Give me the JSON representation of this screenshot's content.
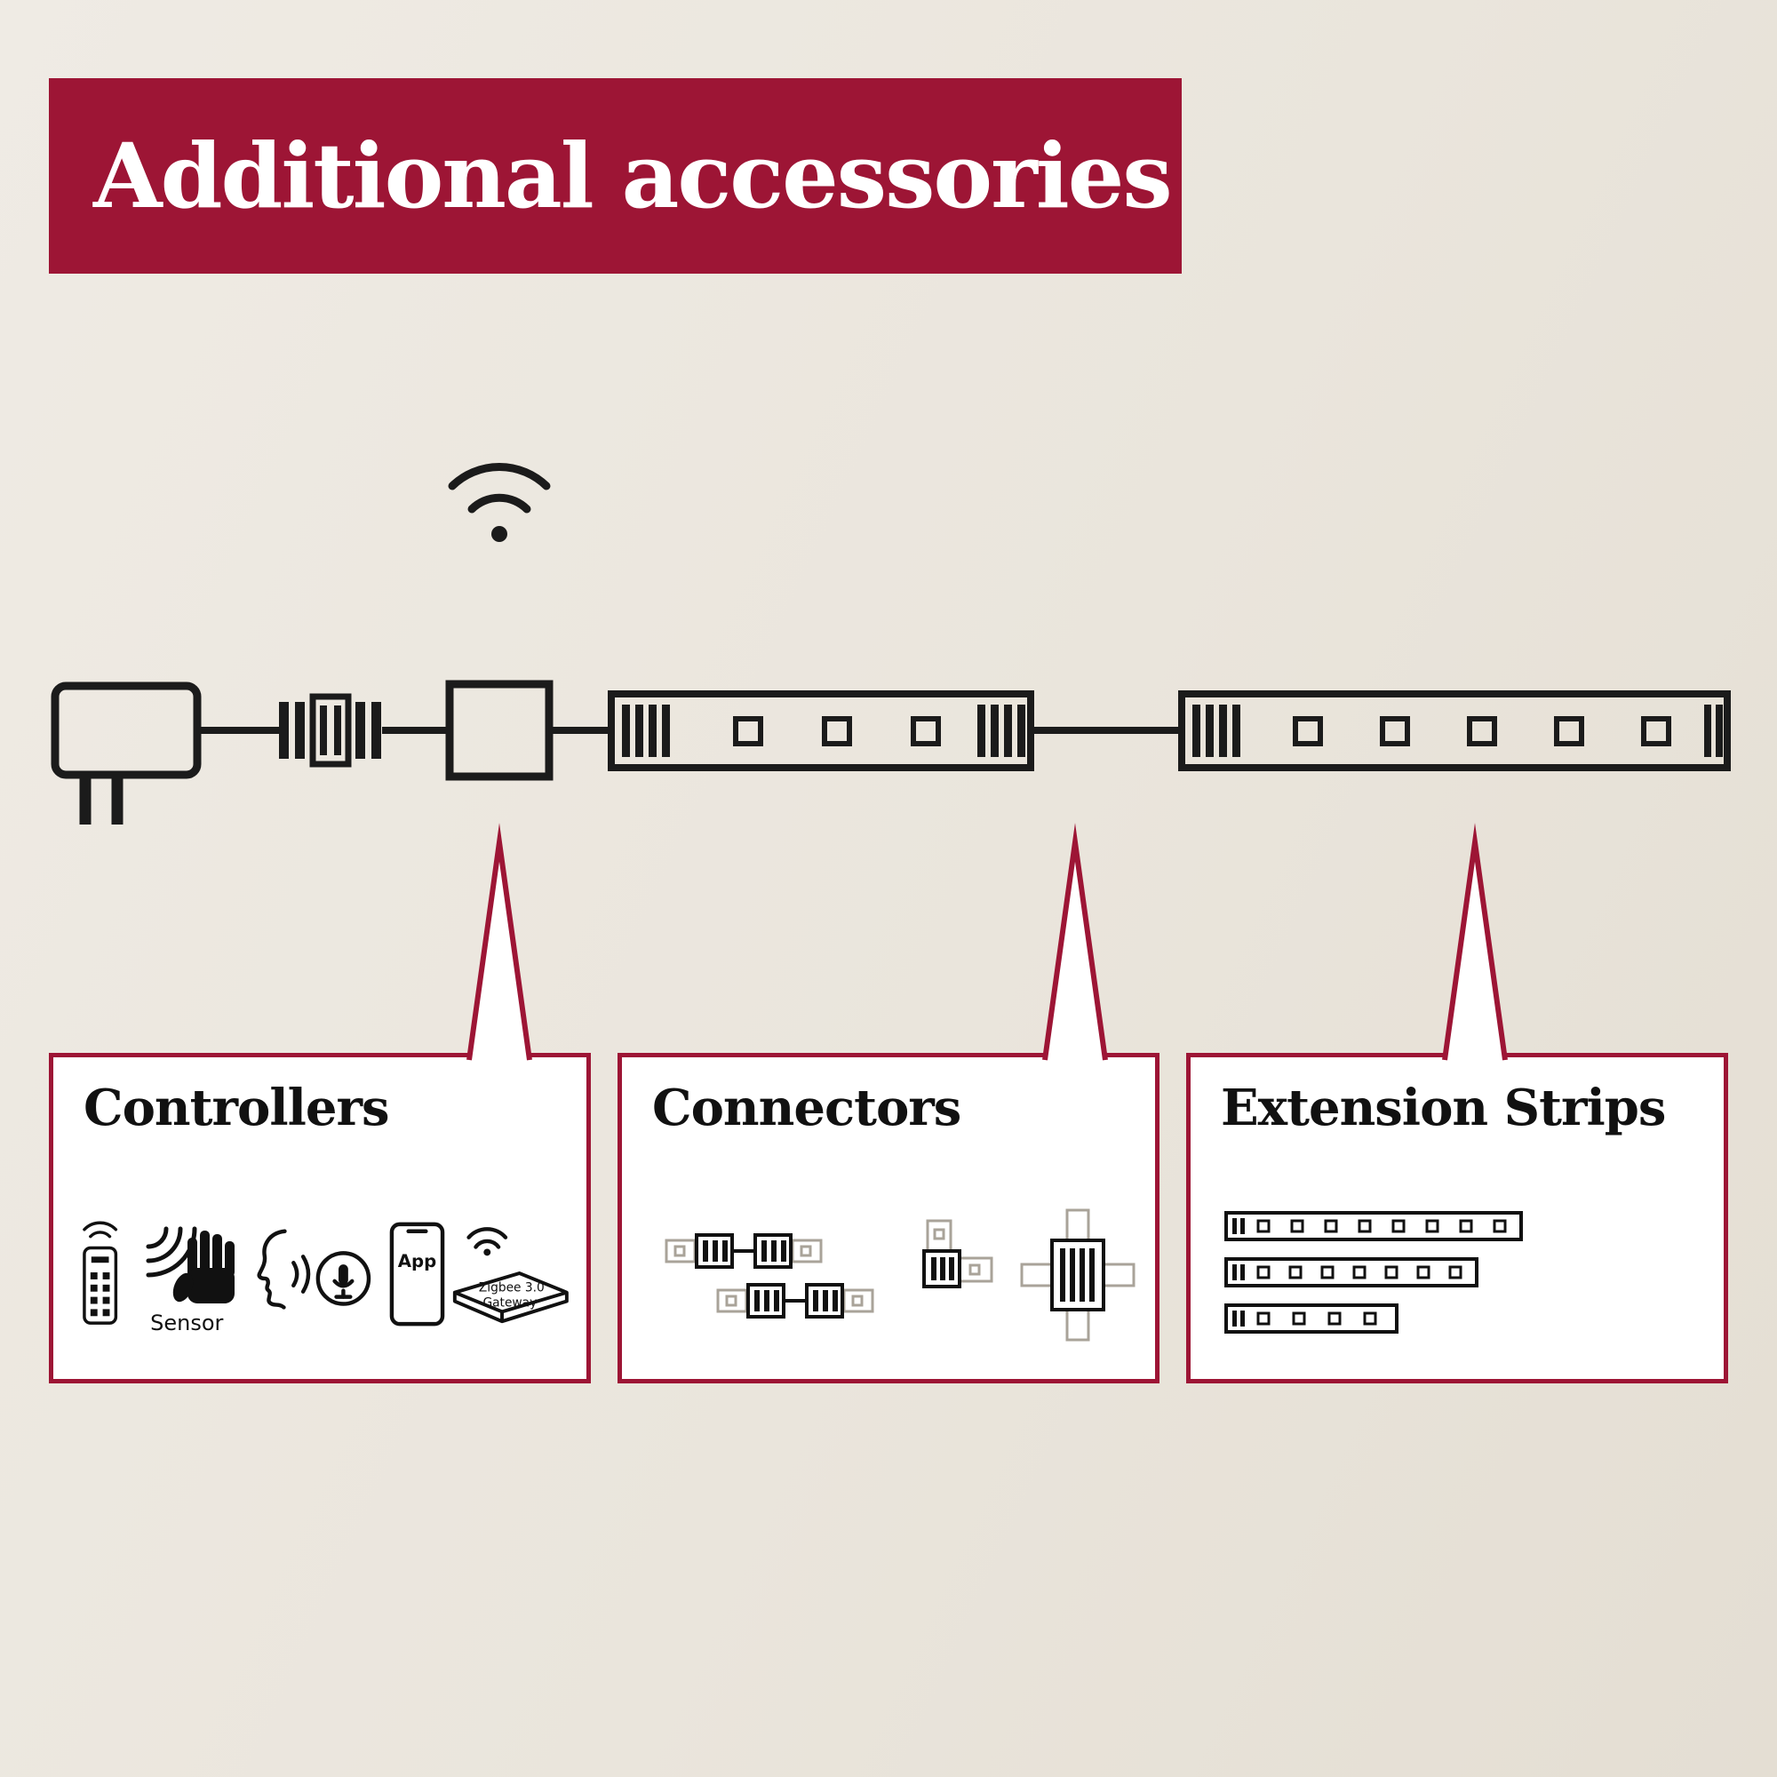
{
  "colors": {
    "accent": "#9d1535",
    "background": "#eae5dc",
    "line": "#1b1b1b",
    "ghost_strip": "#a9a399"
  },
  "banner": {
    "title": "Additional accessories"
  },
  "diagram": {
    "name": "led-strip-system-schematic",
    "components": [
      "power-adapter",
      "clip-connector",
      "wifi-controller",
      "led-strip",
      "led-strip-extension"
    ]
  },
  "callouts": {
    "controllers": {
      "title": "Controllers",
      "icons": [
        "remote-control",
        "motion-sensor",
        "voice-assistant",
        "app-zigbee-gateway"
      ],
      "sensor_label": "Sensor",
      "app_label": "App",
      "gateway_line1": "Zigbee 3.0",
      "gateway_line2": "Gateway"
    },
    "connectors": {
      "title": "Connectors",
      "icons": [
        "straight-connector",
        "corner-connector",
        "cross-connector"
      ]
    },
    "extensions": {
      "title": "Extension Strips",
      "icons": [
        "strip-long",
        "strip-medium",
        "strip-short"
      ]
    }
  }
}
